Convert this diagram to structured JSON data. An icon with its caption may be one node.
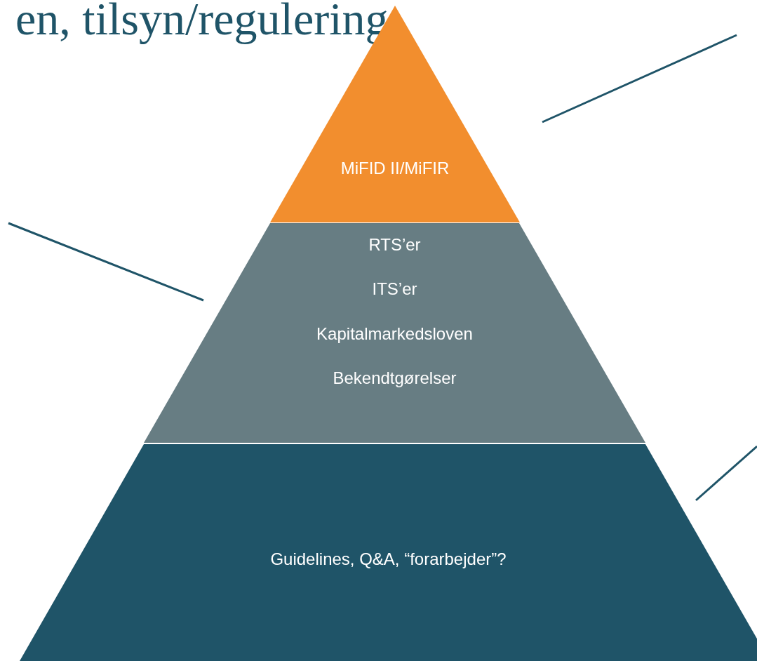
{
  "diagram": {
    "title": "en, tilsyn/regulering",
    "nodes": [
      {
        "text": [
          "MiFID II/MiFIR"
        ]
      },
      {
        "text": [
          "RTS’er",
          "ITS’er",
          "Kapitalmarkedsloven",
          "Bekendtgørelser"
        ]
      },
      {
        "text": [
          "Guidelines, Q&A, “forarbejder”?"
        ]
      }
    ]
  }
}
